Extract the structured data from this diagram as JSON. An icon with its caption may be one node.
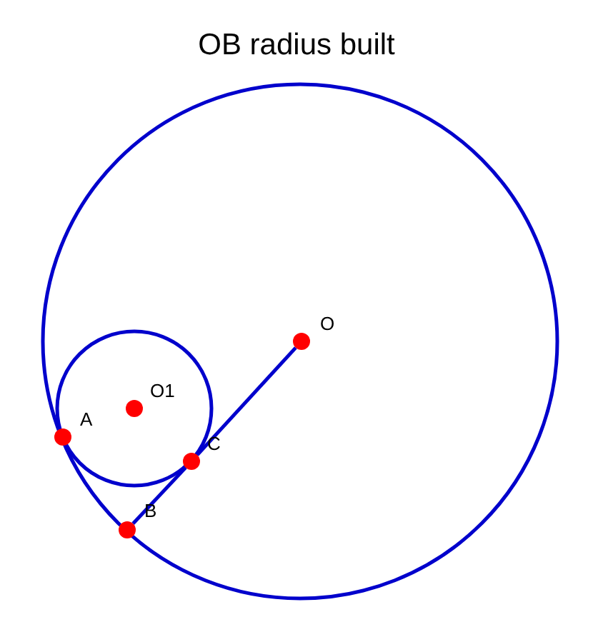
{
  "diagram": {
    "title": "OB radius built",
    "nodes": [
      {
        "text": [
          "O"
        ]
      },
      {
        "text": [
          "O1"
        ]
      },
      {
        "text": [
          "A"
        ]
      },
      {
        "text": [
          "C"
        ]
      },
      {
        "text": [
          "B"
        ]
      }
    ],
    "edges": [
      {
        "from": 0,
        "to": 3,
        "arrow": "none"
      },
      {
        "from": 3,
        "to": 4,
        "arrow": "none"
      }
    ]
  }
}
